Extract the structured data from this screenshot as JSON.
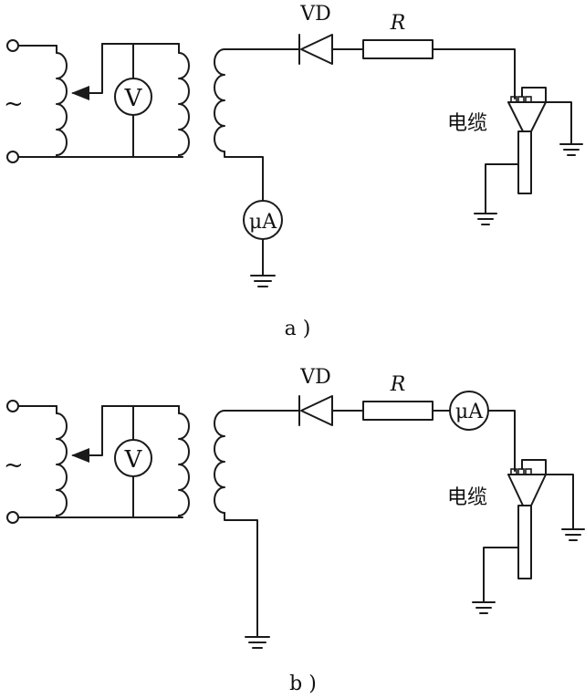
{
  "diagram_a": {
    "ac_symbol": "~",
    "voltmeter": "V",
    "microammeter": "μA",
    "diode": "VD",
    "resistor": "R",
    "cable": "电缆",
    "caption": "a )"
  },
  "diagram_b": {
    "ac_symbol": "~",
    "voltmeter": "V",
    "microammeter": "μA",
    "diode": "VD",
    "resistor": "R",
    "cable": "电缆",
    "caption": "b )"
  }
}
